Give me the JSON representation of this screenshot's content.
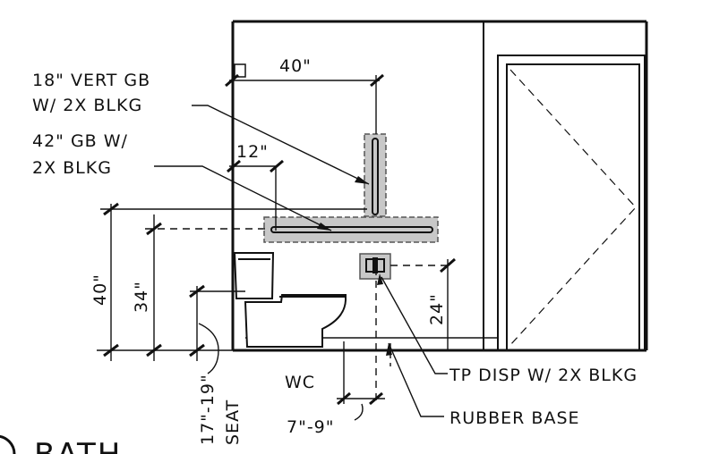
{
  "notes": {
    "vert_gb_line1": "18\" VERT GB",
    "vert_gb_line2": "W/ 2X BLKG",
    "horiz_gb_line1": "42\" GB W/",
    "horiz_gb_line2": "2X BLKG",
    "tp_disp": "TP DISP W/ 2X BLKG",
    "rubber_base": "RUBBER BASE",
    "wc": "WC"
  },
  "dimensions": {
    "width_40": "40\"",
    "offset_12": "12\"",
    "height_40": "40\"",
    "height_34": "34\"",
    "height_24": "24\"",
    "seat_height": "17\"-19\"",
    "seat_label": "SEAT",
    "tp_range": "7\"-9\""
  },
  "title": "BATH"
}
